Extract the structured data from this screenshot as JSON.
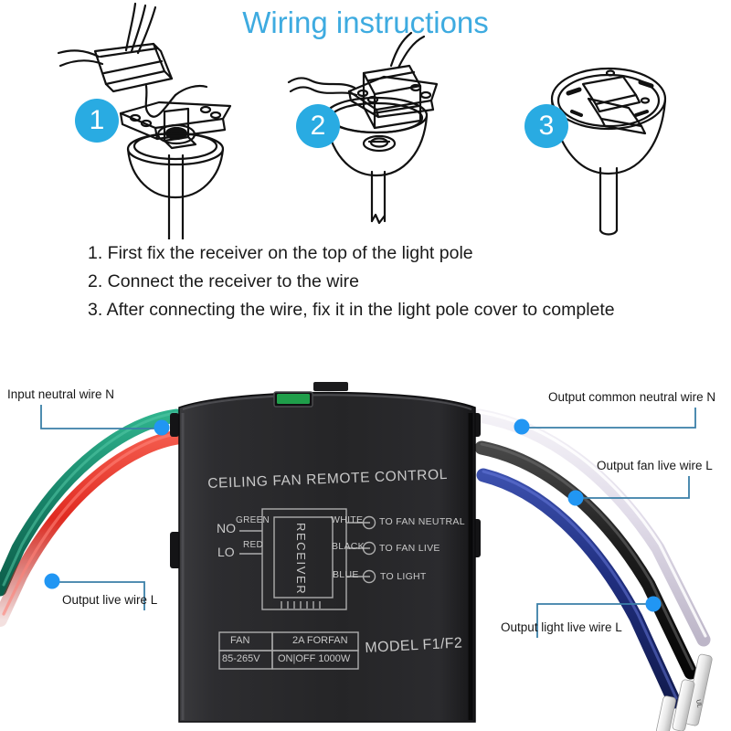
{
  "header": {
    "title": "Wiring instructions",
    "title_color": "#3EABE0"
  },
  "steps": [
    {
      "number": "1",
      "art": "receiver-above-canopy-bracket"
    },
    {
      "number": "2",
      "art": "receiver-seated-in-canopy"
    },
    {
      "number": "3",
      "art": "canopy-cover-closed-on-pole"
    }
  ],
  "instructions": [
    "1. First fix the receiver on the top of the light pole",
    "2. Connect the receiver to the wire",
    "3. After connecting the wire, fix it in the light pole cover to complete"
  ],
  "callouts": [
    {
      "id": "input-neutral",
      "text": "Input neutral wire N",
      "wire_color": "#1f8f72"
    },
    {
      "id": "output-live",
      "text": "Output live wire L",
      "wire_color": "#e03027"
    },
    {
      "id": "output-common",
      "text": "Output common neutral wire N",
      "wire_color": "#ded9e6"
    },
    {
      "id": "output-fan",
      "text": "Output fan live wire L",
      "wire_color": "#1c1c1c"
    },
    {
      "id": "output-light",
      "text": "Output light live wire L",
      "wire_color": "#21307c"
    }
  ],
  "callout_style": {
    "line_color": "#3A7FA8",
    "dot_color": "#2196F3"
  },
  "device": {
    "title": "CEILING FAN REMOTE CONTROL",
    "model": "MODEL F1/F2",
    "receiver_label": "RECEIVER",
    "body_color": "#2a2a2c",
    "silk_color": "#c9c9c9",
    "led_color": "#1f9e4a",
    "inputs": [
      {
        "terminal": "NO",
        "wire": "GREEN"
      },
      {
        "terminal": "LO",
        "wire": "RED"
      }
    ],
    "outputs": [
      {
        "wire": "WHITE",
        "destination": "TO FAN NEUTRAL"
      },
      {
        "wire": "BLACK",
        "destination": "TO FAN LIVE"
      },
      {
        "wire": "BLUE",
        "destination": "TO LIGHT"
      }
    ],
    "spec_table": [
      [
        "FAN",
        "2A FORFAN"
      ],
      [
        "85-265V",
        "ON|OFF 1000W"
      ]
    ]
  }
}
